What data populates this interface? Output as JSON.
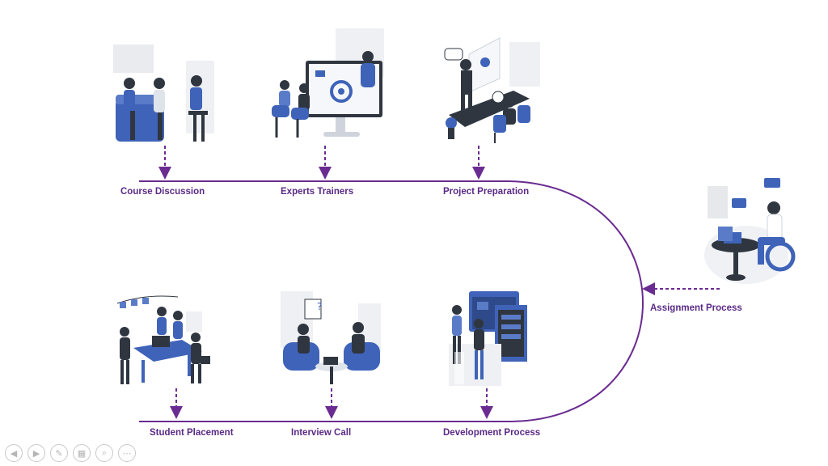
{
  "colors": {
    "accent": "#6a2c91",
    "primary_blue": "#3f63b8",
    "dark": "#2f3640",
    "light_gray": "#e6e8ec"
  },
  "stages": {
    "course_discussion": "Course Discussion",
    "experts_trainers": "Experts Trainers",
    "project_preparation": "Project Preparation",
    "assignment_process": "Assignment Process",
    "student_placement": "Student Placement",
    "interview_call": "Interview Call",
    "development_process": "Development Process"
  },
  "toolbar": [
    {
      "icon": "previous-icon",
      "glyph": "◀"
    },
    {
      "icon": "next-icon",
      "glyph": "▶"
    },
    {
      "icon": "pen-icon",
      "glyph": "✎"
    },
    {
      "icon": "slides-icon",
      "glyph": "▦"
    },
    {
      "icon": "zoom-icon",
      "glyph": "⌕"
    },
    {
      "icon": "more-icon",
      "glyph": "⋯"
    }
  ]
}
